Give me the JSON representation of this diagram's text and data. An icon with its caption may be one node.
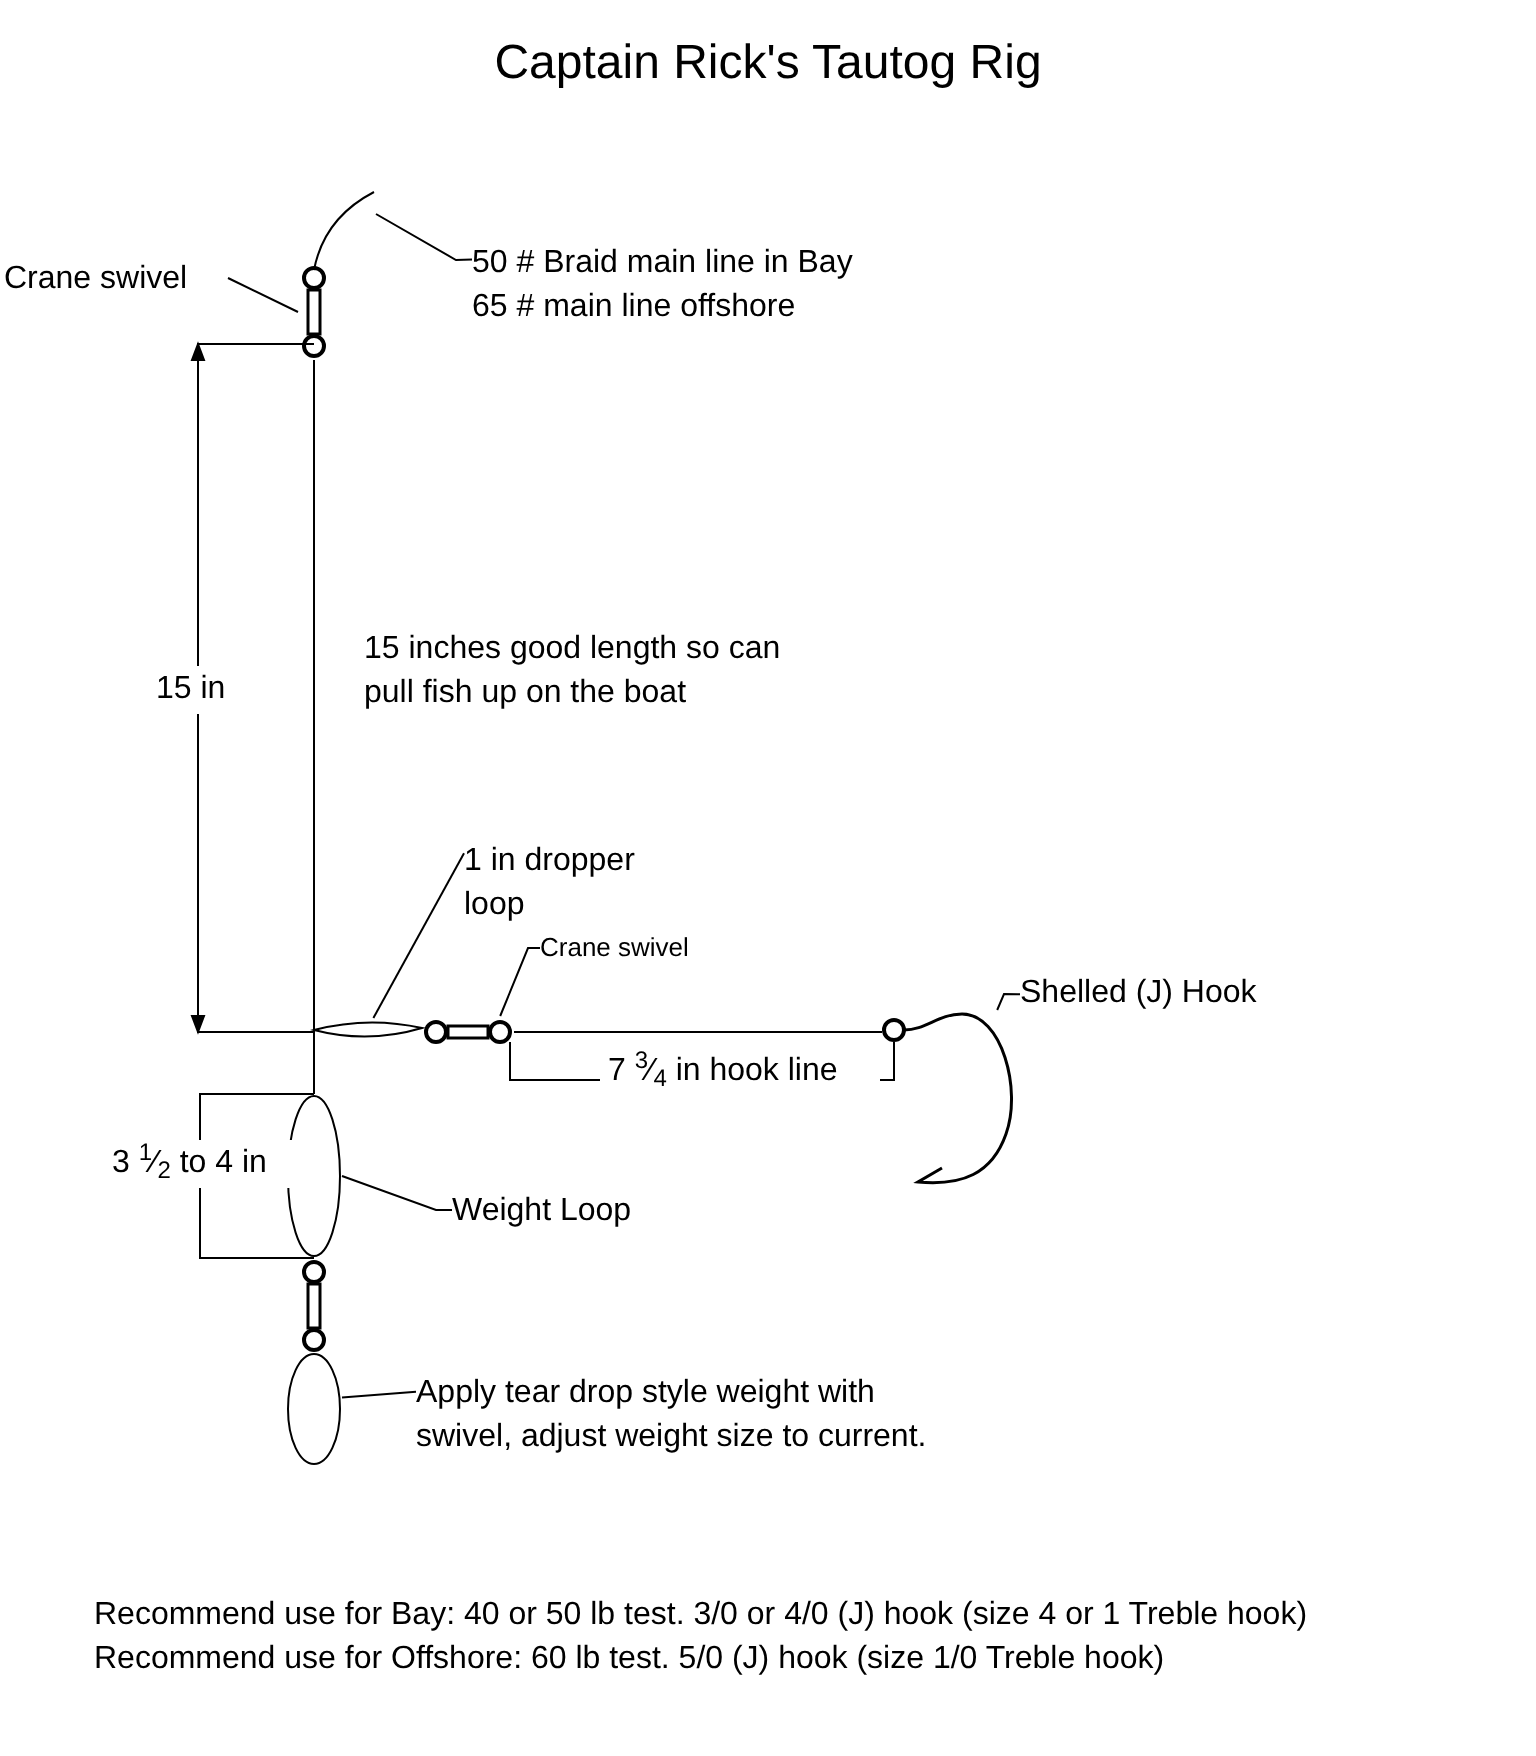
{
  "diagram": {
    "title": "Captain Rick's Tautog Rig",
    "nodes": [
      {
        "text": [
          "Crane swivel"
        ]
      },
      {
        "text": [],
        "shape": "swivel"
      },
      {
        "text": [
          "50 # Braid main line in Bay",
          "65 # main line offshore"
        ]
      },
      {
        "text": [],
        "shape": "line"
      },
      {
        "text": [
          "1 in dropper loop"
        ]
      },
      {
        "text": [],
        "shape": "loop"
      },
      {
        "text": [
          "Crane swivel"
        ]
      },
      {
        "text": [],
        "shape": "swivel"
      },
      {
        "text": [
          "Shelled (J) Hook"
        ]
      },
      {
        "text": [],
        "shape": "hook"
      },
      {
        "text": [
          "Weight Loop"
        ]
      },
      {
        "text": [],
        "shape": "ellipse"
      },
      {
        "text": [
          "Apply tear drop style weight with swivel, adjust weight size to current."
        ]
      },
      {
        "text": [],
        "shape": "ellipse"
      }
    ],
    "edges": [
      {
        "from": 0,
        "to": 1,
        "arrow": "none"
      },
      {
        "from": 2,
        "to": 3,
        "arrow": "none"
      },
      {
        "from": 4,
        "to": 5,
        "arrow": "none"
      },
      {
        "from": 6,
        "to": 7,
        "arrow": "none"
      },
      {
        "from": 8,
        "to": 9,
        "arrow": "none"
      },
      {
        "from": 10,
        "to": 11,
        "arrow": "none"
      },
      {
        "from": 12,
        "to": 13,
        "arrow": "none"
      },
      {
        "from": 1,
        "to": 11,
        "arrow": "none"
      },
      {
        "from": 7,
        "to": 9,
        "arrow": "none"
      }
    ],
    "labels": [
      "15 in",
      "15 inches good length so can pull fish up on the boat",
      "7 $^{3}$⁄$_{4}$ in hook line",
      "3 $^{1}$⁄$_{2}$ to 4 in",
      "Recommend use for Bay: 40 or 50 lb test. 3/0 or 4/0 (J) hook (size 4 or 1 Treble hook)",
      "Recommend use for Offshore: 60 lb test. 5/0 (J) hook (size 1/0 Treble hook)"
    ]
  }
}
